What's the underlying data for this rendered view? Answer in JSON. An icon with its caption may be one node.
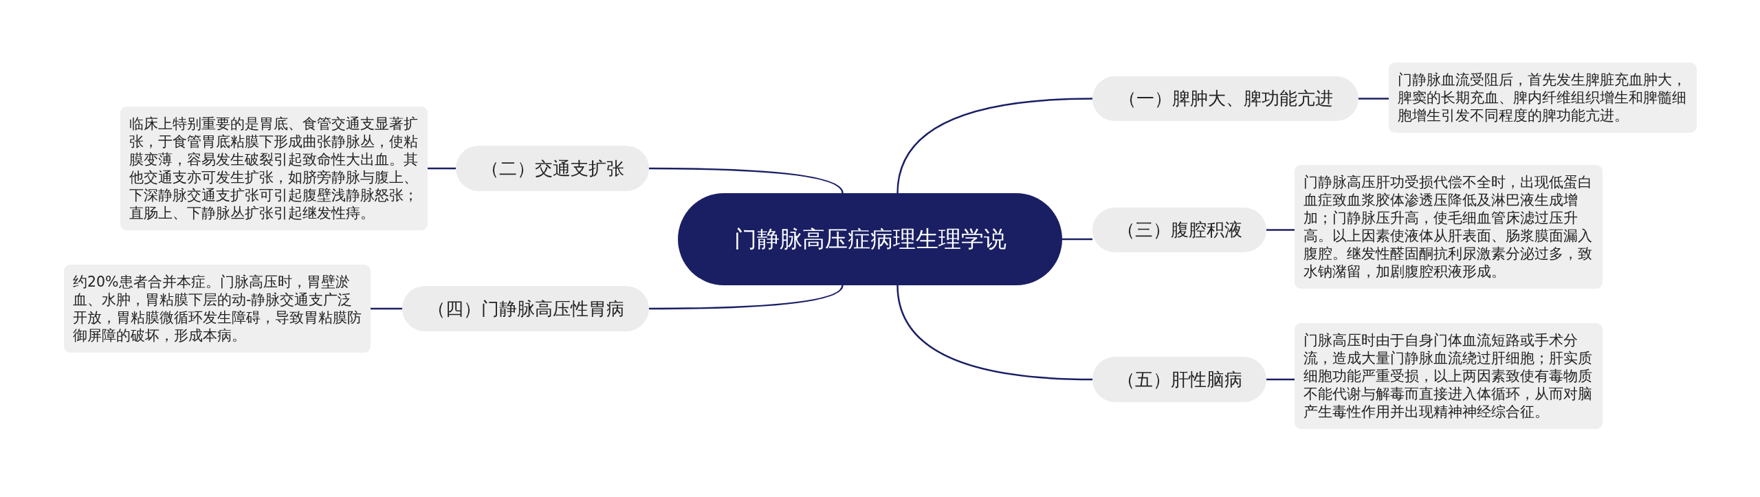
{
  "diagram": {
    "nodes": [
      {
        "text": [
          "门静脉高压症病理生理学说"
        ]
      },
      {
        "text": [
          "（一）脾肿大、脾功能亢进"
        ]
      },
      {
        "text": [
          "门静脉血流受阻后，首先发生脾脏充血肿大，脾窦的长期充血、脾内纤维组织增生和脾髓细胞增生引发不同程度的脾功能亢进。"
        ]
      },
      {
        "text": [
          "（二）交通支扩张"
        ]
      },
      {
        "text": [
          "临床上特别重要的是胃底、食管交通支显著扩张，于食管胃底粘膜下形成曲张静脉丛，使粘膜变薄，容易发生破裂引起致命性大出血。其他交通支亦可发生扩张，如脐旁静脉与腹上、下深静脉交通支扩张可引起腹壁浅静脉怒张；直肠上、下静脉丛扩张引起继发性痔。"
        ]
      },
      {
        "text": [
          "（三）腹腔积液"
        ]
      },
      {
        "text": [
          "门静脉高压肝功受损代偿不全时，出现低蛋白血症致血浆胶体渗透压降低及淋巴液生成增加；门静脉压升高，使毛细血管床滤过压升高。以上因素使液体从肝表面、肠浆膜面漏入腹腔。继发性醛固酮抗利尿激素分泌过多，致水钠潴留，加剧腹腔积液形成。"
        ]
      },
      {
        "text": [
          "（四）门静脉高压性胃病"
        ]
      },
      {
        "text": [
          "约20%患者合并本症。门脉高压时，胃壁淤血、水肿，胃粘膜下层的动-静脉交通支广泛开放，胃粘膜微循环发生障碍，导致胃粘膜防御屏障的破坏，形成本病。"
        ]
      },
      {
        "text": [
          "（五）肝性脑病"
        ]
      },
      {
        "text": [
          "门脉高压时由于自身门体血流短路或手术分流，造成大量门静脉血流绕过肝细胞；肝实质细胞功能严重受损，以上两因素致使有毒物质不能代谢与解毒而直接进入体循环，从而对脑产生毒性作用并出现精神神经综合征。"
        ]
      }
    ],
    "edges": [
      {
        "from": 0,
        "to": 1,
        "arrow": "none"
      },
      {
        "from": 1,
        "to": 2,
        "arrow": "none"
      },
      {
        "from": 0,
        "to": 3,
        "arrow": "none"
      },
      {
        "from": 3,
        "to": 4,
        "arrow": "none"
      },
      {
        "from": 0,
        "to": 5,
        "arrow": "none"
      },
      {
        "from": 5,
        "to": 6,
        "arrow": "none"
      },
      {
        "from": 0,
        "to": 7,
        "arrow": "none"
      },
      {
        "from": 7,
        "to": 8,
        "arrow": "none"
      },
      {
        "from": 0,
        "to": 9,
        "arrow": "none"
      },
      {
        "from": 9,
        "to": 10,
        "arrow": "none"
      }
    ]
  }
}
